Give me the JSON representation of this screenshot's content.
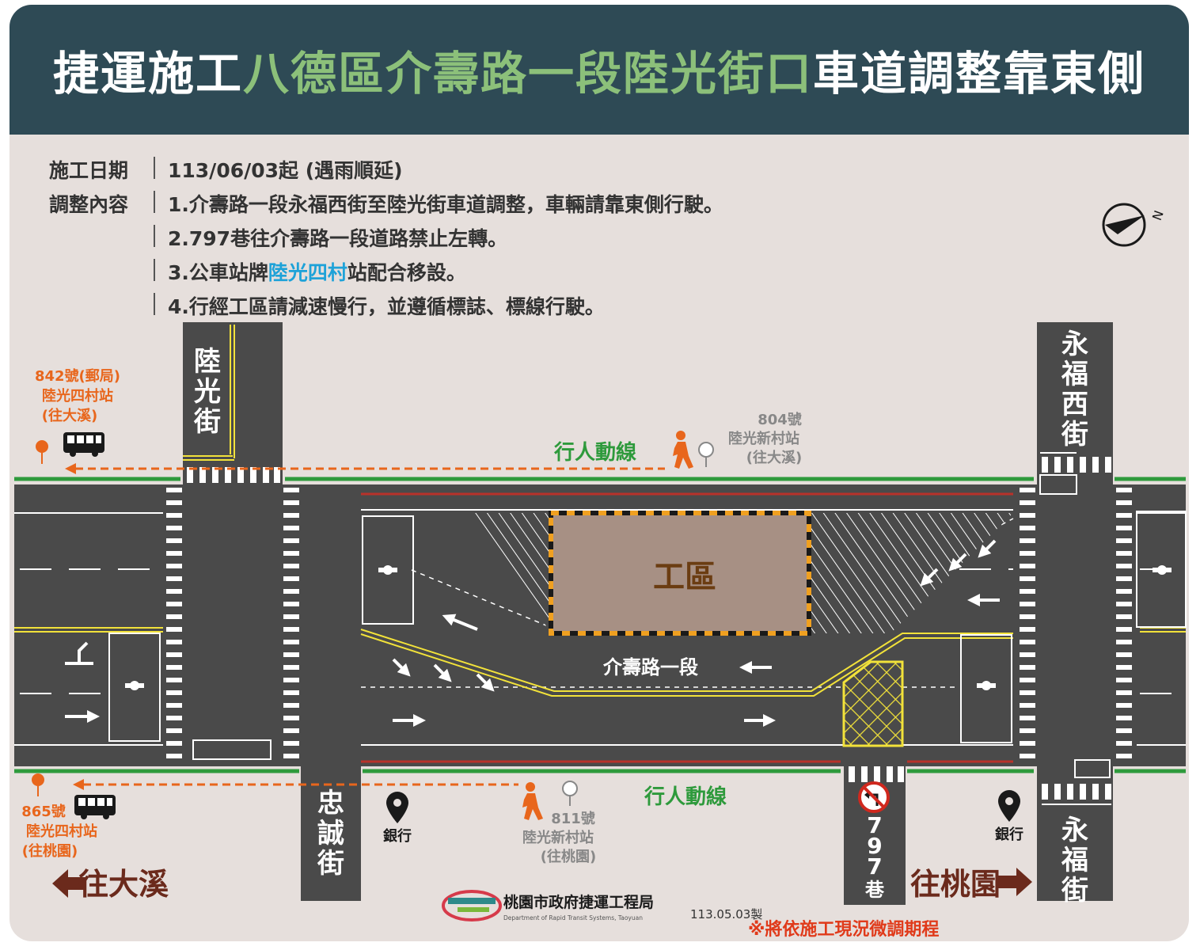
{
  "title": {
    "part1": "捷運施工",
    "part2": "八德區介壽路一段陸光街口",
    "part3": "車道調整靠東側"
  },
  "info": {
    "date_label": "施工日期",
    "date_value": "113/06/03起 (遇雨順延)",
    "content_label": "調整內容",
    "item1": "1.介壽路一段永福西街至陸光街車道調整，車輛請靠東側行駛。",
    "item2": "2.797巷往介壽路一段道路禁止左轉。",
    "item3_pre": "3.公車站牌",
    "item3_hl": "陸光四村",
    "item3_post": "站配合移設。",
    "item4": "4.行經工區請減速慢行，並遵循標誌、標線行駛。"
  },
  "roads": {
    "luguang": [
      "陸",
      "光",
      "街"
    ],
    "yongfu_west": [
      "永",
      "福",
      "西",
      "街"
    ],
    "zhongcheng": [
      "忠",
      "誠",
      "街"
    ],
    "lane797": [
      "7",
      "9",
      "7",
      "巷"
    ],
    "yongfu": [
      "永",
      "福",
      "街"
    ],
    "main": "介壽路一段"
  },
  "work_zone": "工區",
  "pedestrian_label": "行人動線",
  "stops": {
    "s842": [
      "842號(郵局)",
      "陸光四村站",
      "(往大溪)"
    ],
    "s865": [
      "865號",
      "陸光四村站",
      "(往桃園)"
    ],
    "s804": [
      "804號",
      "陸光新村站",
      "(往大溪)"
    ],
    "s811": [
      "811號",
      "陸光新村站",
      "(往桃園)"
    ]
  },
  "bank": "銀行",
  "directions": {
    "daxi": "往大溪",
    "taoyuan": "往桃園"
  },
  "compass": "N",
  "agency": {
    "name": "桃園市政府捷運工程局",
    "english": "Department of Rapid Transit Systems, Taoyuan"
  },
  "made_date": "113.05.03製",
  "note": "※將依施工現況微調期程",
  "colors": {
    "header": "#2e4a55",
    "highlight_green": "#8cc07a",
    "background": "#e6dfdc",
    "road": "#4a4a4a",
    "orange": "#e8661c",
    "green": "#2e9a3c",
    "blue": "#1ea2d8",
    "yellow": "#f2e23a",
    "work_zone": "#a79084",
    "work_text": "#6b3d12",
    "maroon": "#6b2a1c",
    "note_red": "#e03a1a"
  },
  "icons": [
    "bus-icon",
    "bus-stop-icon",
    "pedestrian-icon",
    "location-pin-icon",
    "no-left-turn-icon",
    "compass-icon",
    "agency-logo"
  ]
}
